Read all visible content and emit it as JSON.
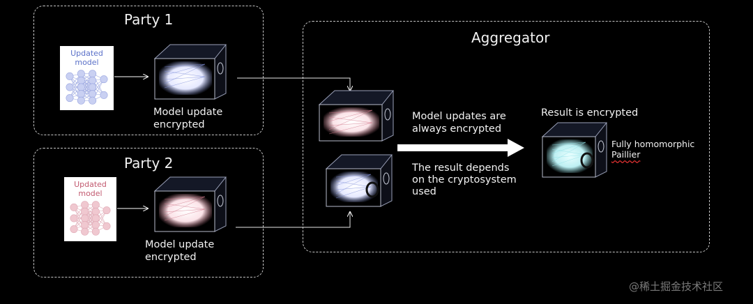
{
  "party1": {
    "title": "Party 1",
    "card_label": "Updated\nmodel",
    "caption": "Model update\nencrypted"
  },
  "party2": {
    "title": "Party 2",
    "card_label": "Updated\nmodel",
    "caption": "Model update\nencrypted"
  },
  "aggregator": {
    "title": "Aggregator",
    "note1": "Model updates are\nalways encrypted",
    "note2": "The result depends\non the cryptosystem\nused",
    "result_title": "Result is encrypted",
    "result_line1": "Fully homomorphic",
    "result_line2": "Paillier"
  },
  "watermark": "@稀土掘金技术社区",
  "colors": {
    "party1_net": "#7f8fd8",
    "party2_net": "#d07a8c",
    "result_net": "#8fe0e6",
    "box_border": "#c8c8c8"
  },
  "icons": [
    "neural-network-icon",
    "encrypted-box-icon",
    "lock-icon",
    "arrow-right-icon"
  ]
}
